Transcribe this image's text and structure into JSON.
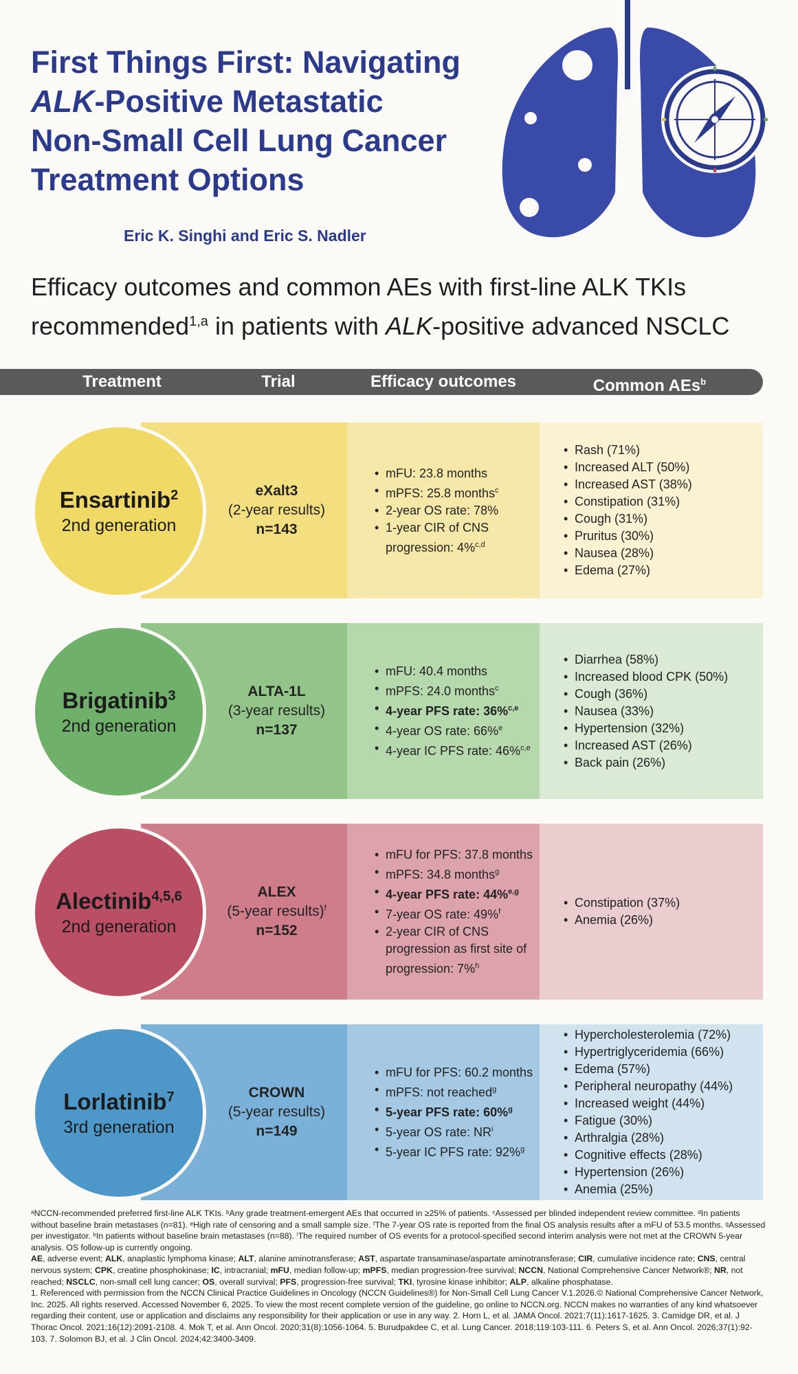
{
  "title": {
    "line1": "First Things First: Navigating",
    "line2_italic": "ALK",
    "line2_rest": "-Positive Metastatic",
    "line3": "Non-Small Cell Lung Cancer",
    "line4": "Treatment Options"
  },
  "authors": "Eric K. Singhi and Eric S. Nadler",
  "subtitle": {
    "part1": "Efficacy outcomes and common AEs with first-line ALK TKIs recommended",
    "sup": "1,a",
    "part2": " in patients with ",
    "italic": "ALK",
    "part3": "-positive advanced NSCLC"
  },
  "table_header": {
    "treatment": "Treatment",
    "trial": "Trial",
    "efficacy": "Efficacy outcomes",
    "aes": "Common AEs",
    "aes_sup": "b"
  },
  "rows": [
    {
      "drug": "Ensartinib",
      "drug_sup": "2",
      "generation": "2nd generation",
      "trial": "eXalt3",
      "duration": "(2-year results)",
      "duration_sup": "",
      "n": "n=143",
      "efficacy": [
        {
          "text": "mFU: 23.8 months",
          "sup": "",
          "bold": false
        },
        {
          "text": "mPFS: 25.8 months",
          "sup": "c",
          "bold": false
        },
        {
          "text": "2-year OS rate: 78%",
          "sup": "",
          "bold": false
        },
        {
          "text": "1-year CIR of CNS progression: 4%",
          "sup": "c,d",
          "bold": false
        }
      ],
      "aes": [
        "Rash (71%)",
        "Increased ALT (50%)",
        "Increased AST (38%)",
        "Constipation (31%)",
        "Cough (31%)",
        "Pruritus (30%)",
        "Nausea (28%)",
        "Edema (27%)"
      ],
      "colors": {
        "circle": "#f0d965",
        "trial": "#f4df80",
        "efficacy": "#f6e8a8",
        "aes": "#faf2d2"
      }
    },
    {
      "drug": "Brigatinib",
      "drug_sup": "3",
      "generation": "2nd generation",
      "trial": "ALTA-1L",
      "duration": "(3-year results)",
      "duration_sup": "",
      "n": "n=137",
      "efficacy": [
        {
          "text": "mFU: 40.4 months",
          "sup": "",
          "bold": false
        },
        {
          "text": "mPFS: 24.0 months",
          "sup": "c",
          "bold": false
        },
        {
          "text": "4-year PFS rate: 36%",
          "sup": "c,e",
          "bold": true
        },
        {
          "text": "4-year OS rate: 66%",
          "sup": "e",
          "bold": false
        },
        {
          "text": "4-year IC PFS rate: 46%",
          "sup": "c,e",
          "bold": false
        }
      ],
      "aes": [
        "Diarrhea (58%)",
        "Increased blood CPK (50%)",
        "Cough (36%)",
        "Nausea (33%)",
        "Hypertension (32%)",
        "Increased AST (26%)",
        "Back pain (26%)"
      ],
      "colors": {
        "circle": "#6fb06a",
        "trial": "#93c58b",
        "efficacy": "#b5d8ad",
        "aes": "#dbead4"
      }
    },
    {
      "drug": "Alectinib",
      "drug_sup": "4,5,6",
      "generation": "2nd generation",
      "trial": "ALEX",
      "duration": "(5-year results)",
      "duration_sup": "f",
      "n": "n=152",
      "efficacy": [
        {
          "text": "mFU for PFS: 37.8 months",
          "sup": "",
          "bold": false
        },
        {
          "text": "mPFS: 34.8 months",
          "sup": "g",
          "bold": false
        },
        {
          "text": "4-year PFS rate: 44%",
          "sup": "e,g",
          "bold": true
        },
        {
          "text": "7-year OS rate: 49%",
          "sup": "f",
          "bold": false
        },
        {
          "text": "2-year CIR of CNS progression as first site of progression: 7%",
          "sup": "h",
          "bold": false
        }
      ],
      "aes": [
        "Constipation (37%)",
        "Anemia (26%)"
      ],
      "colors": {
        "circle": "#b94e64",
        "trial": "#cf7d8b",
        "efficacy": "#dda3ad",
        "aes": "#ebcdd0"
      }
    },
    {
      "drug": "Lorlatinib",
      "drug_sup": "7",
      "generation": "3rd generation",
      "trial": "CROWN",
      "duration": "(5-year results)",
      "duration_sup": "",
      "n": "n=149",
      "efficacy": [
        {
          "text": "mFU for PFS: 60.2 months",
          "sup": "",
          "bold": false
        },
        {
          "text": "mPFS: not reached",
          "sup": "g",
          "bold": false
        },
        {
          "text": "5-year PFS rate: 60%",
          "sup": "g",
          "bold": true
        },
        {
          "text": "5-year OS rate: NR",
          "sup": "i",
          "bold": false
        },
        {
          "text": "5-year IC PFS rate: 92%",
          "sup": "g",
          "bold": false
        }
      ],
      "aes": [
        "Hypercholesterolemia (72%)",
        "Hypertriglyceridemia  (66%)",
        "Edema (57%)",
        "Peripheral neuropathy (44%)",
        "Increased weight (44%)",
        "Fatigue (30%)",
        "Arthralgia (28%)",
        "Cognitive effects (28%)",
        "Hypertension (26%)",
        "Anemia (25%)"
      ],
      "colors": {
        "circle": "#4e98c9",
        "trial": "#7bb1d8",
        "efficacy": "#a6c9e3",
        "aes": "#d1e3ef"
      }
    }
  ],
  "footnotes": {
    "line1": "ᵃNCCN-recommended preferred first-line ALK TKIs. ᵇAny grade treatment-emergent AEs that occurred in ≥25% of patients. ᶜAssessed per blinded independent review committee. ᵈIn patients without baseline brain metastases (n=81). ᵉHigh rate of censoring and a small sample size. ᶠThe 7-year OS rate is reported from the final OS analysis results after a mFU of 53.5 months. ᵍAssessed per investigator. ʰIn patients without baseline brain metastases (n=88). ⁱThe required number of OS events for a protocol-specified second interim analysis were not met at the CROWN 5-year analysis. OS follow-up is currently ongoing.",
    "abbreviations": [
      {
        "k": "AE",
        "v": ", adverse event; "
      },
      {
        "k": "ALK",
        "v": ", anaplastic lymphoma kinase; "
      },
      {
        "k": "ALT",
        "v": ", alanine aminotransferase; "
      },
      {
        "k": "AST",
        "v": ", aspartate transaminase/aspartate aminotransferase; "
      },
      {
        "k": "CIR",
        "v": ", cumulative incidence rate; "
      },
      {
        "k": "CNS",
        "v": ", central nervous system; "
      },
      {
        "k": "CPK",
        "v": ", creatine phosphokinase; "
      },
      {
        "k": "IC",
        "v": ", intracranial; "
      },
      {
        "k": "mFU",
        "v": ", median follow-up; "
      },
      {
        "k": "mPFS",
        "v": ", median progression-free survival; "
      },
      {
        "k": "NCCN",
        "v": ", National Comprehensive Cancer Network®; "
      },
      {
        "k": "NR",
        "v": ", not reached; "
      },
      {
        "k": "NSCLC",
        "v": ", non-small cell lung cancer; "
      },
      {
        "k": "OS",
        "v": ", overall survival; "
      },
      {
        "k": "PFS",
        "v": ", progression-free survival; "
      },
      {
        "k": "TKI",
        "v": ", tyrosine kinase inhibitor; "
      },
      {
        "k": "ALP",
        "v": ", alkaline phosphatase."
      }
    ],
    "references": "1. Referenced with permission from the NCCN Clinical Practice Guidelines in Oncology (NCCN Guidelines®) for Non-Small Cell Lung Cancer V.1.2026.© National Comprehensive Cancer Network, Inc. 2025. All rights reserved. Accessed November 6, 2025. To view the most recent complete version of the guideline, go online to NCCN.org. NCCN makes no warranties of any kind whatsoever regarding their content, use or application and disclaims any responsibility for their application or use in any way. 2. Horn L, et al. JAMA Oncol. 2021;7(11):1617-1625. 3. Camidge DR, et al. J Thorac Oncol. 2021;16(12):2091-2108. 4. Mok T, et al. Ann Oncol. 2020;31(8):1056-1064. 5. Burudpakdee C, et al. Lung Cancer. 2018;119:103-111. 6. Peters S, et al. Ann Oncol. 2026;37(1):92-103. 7. Solomon BJ, et al. J Clin Oncol. 2024;42:3400-3409."
  },
  "icons": {
    "lungs": "lungs-icon",
    "compass": "compass-icon"
  },
  "brand_color": "#2c3a8c"
}
